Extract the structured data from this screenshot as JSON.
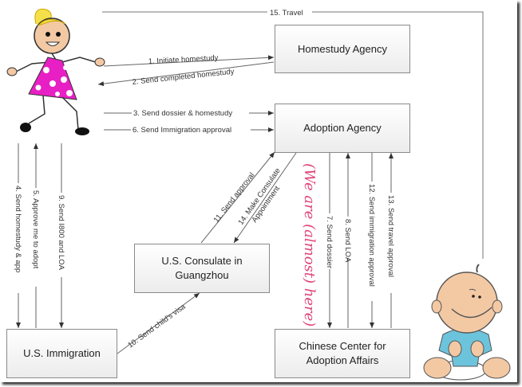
{
  "nodes": {
    "homestudy": "Homestudy Agency",
    "adoption": "Adoption Agency",
    "consulate_line1": "U.S. Consulate in",
    "consulate_line2": "Guangzhou",
    "immigration": "U.S. Immigration",
    "ccaa_line1": "Chinese Center for",
    "ccaa_line2": "Adoption Affairs"
  },
  "edges": {
    "e1": "1. Initiate homestudy",
    "e2": "2. Send completed homestudy",
    "e3": "3. Send dossier & homestudy",
    "e4": "4. Send homestudy & app",
    "e5": "5. Approve me to adopt",
    "e6": "6. Send Immigration approval",
    "e7": "7. Send dossier",
    "e8": "8. Send LOA",
    "e9": "9. Send I800 and LOA",
    "e10": "10. Send child's visa",
    "e11": "11. Send approval",
    "e12": "12. Send immigration approval",
    "e13": "13. Send travel approval",
    "e14a": "14. Make Consulate",
    "e14b": "Appointment",
    "e15": "15. Travel"
  },
  "annotation": "(We are (almost) here)",
  "figures": {
    "parent": "girl-stick-figure",
    "child": "baby-figure"
  },
  "colors": {
    "annotation": "#e0457b",
    "dress": "#e81fc4",
    "shirt": "#6cc4dc",
    "skin": "#f3c9a4",
    "hair": "#f6e04a"
  }
}
